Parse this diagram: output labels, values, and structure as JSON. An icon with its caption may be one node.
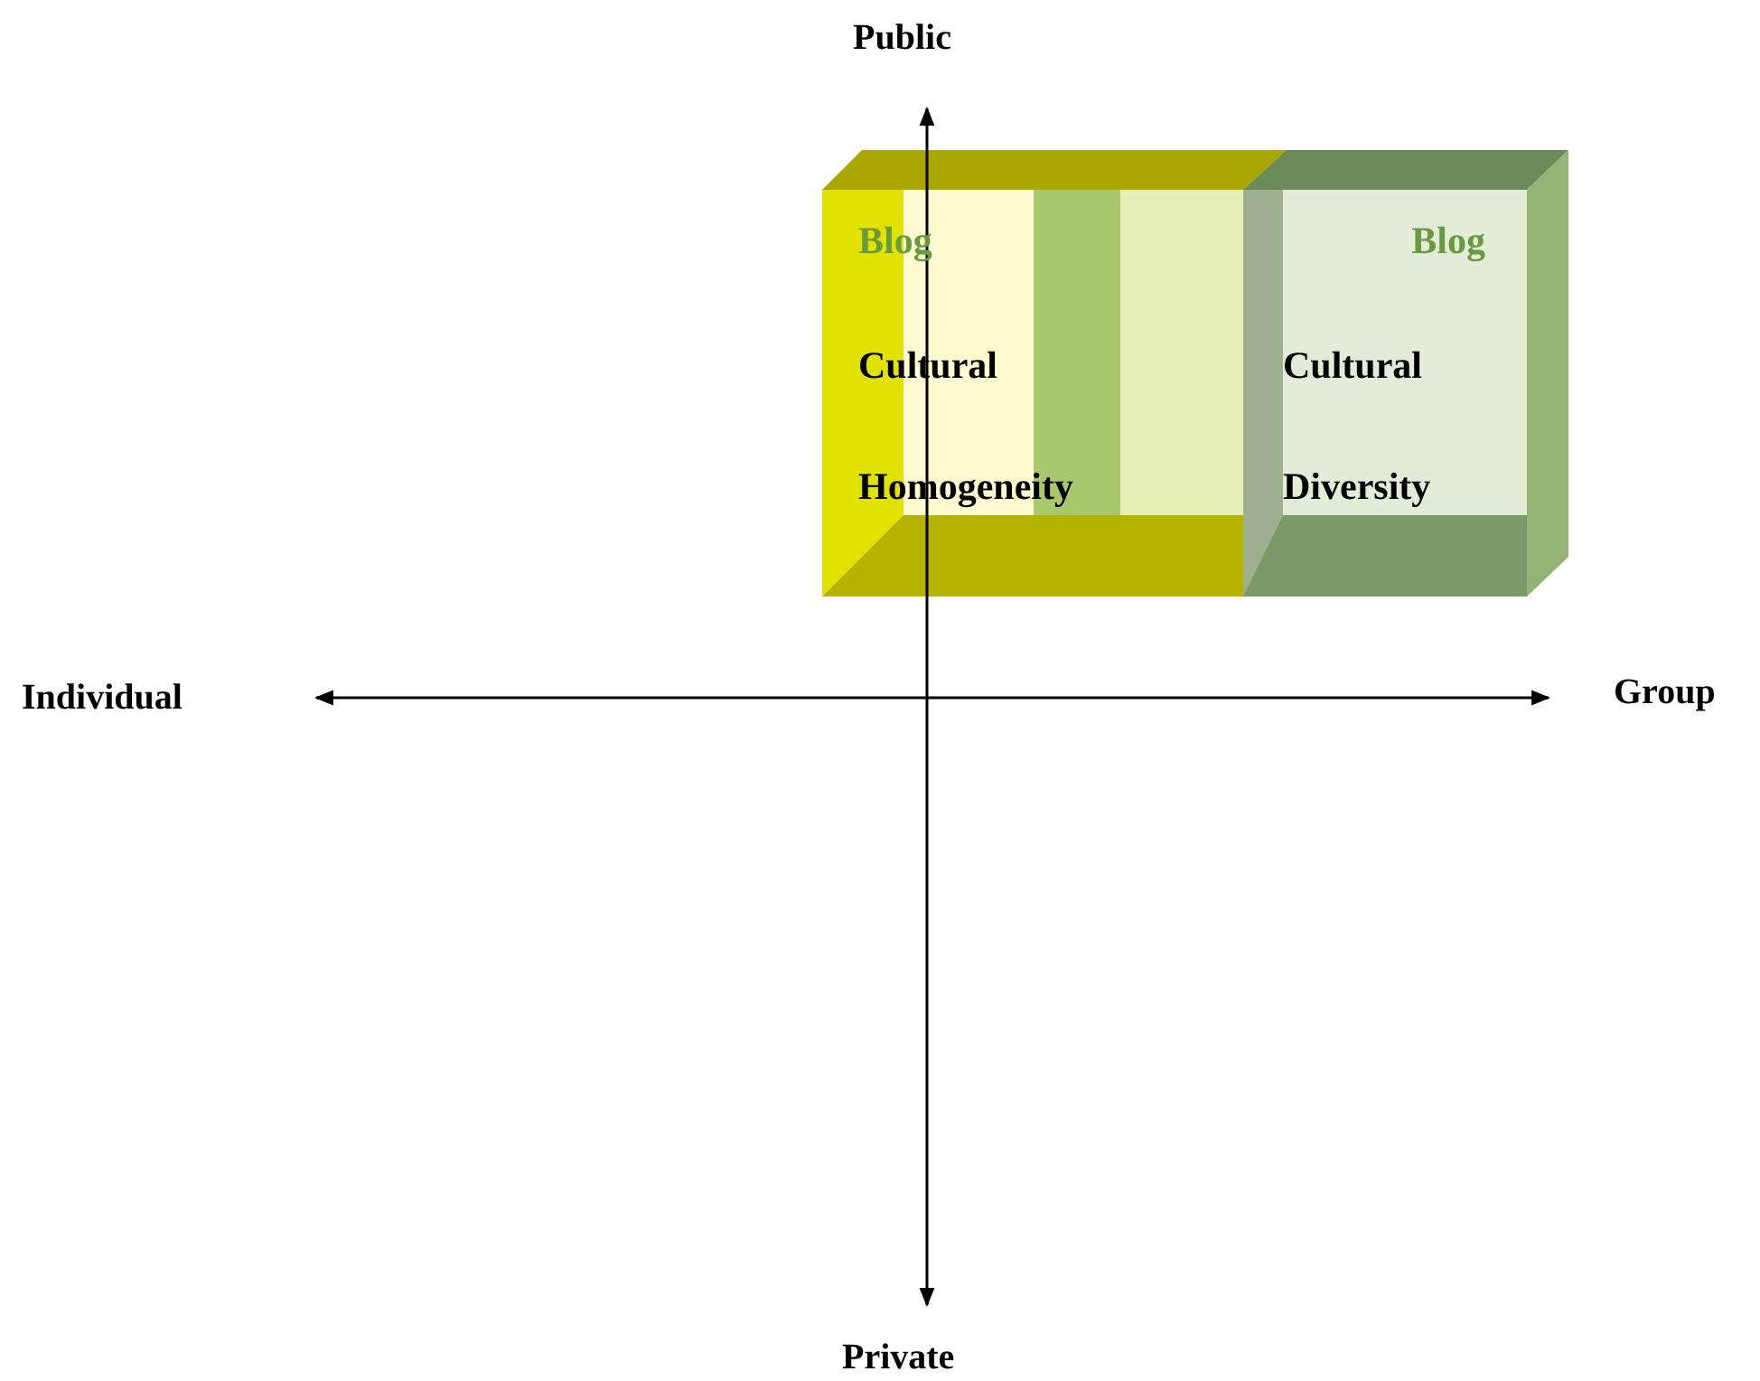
{
  "diagram": {
    "nodes": [
      {
        "text": [
          "Blog",
          "Cultural Homogeneity"
        ]
      },
      {
        "text": [
          "Blog",
          "Cultural Diversity"
        ]
      }
    ],
    "labels": [
      "Public",
      "Individual",
      "Group",
      "Private"
    ]
  }
}
